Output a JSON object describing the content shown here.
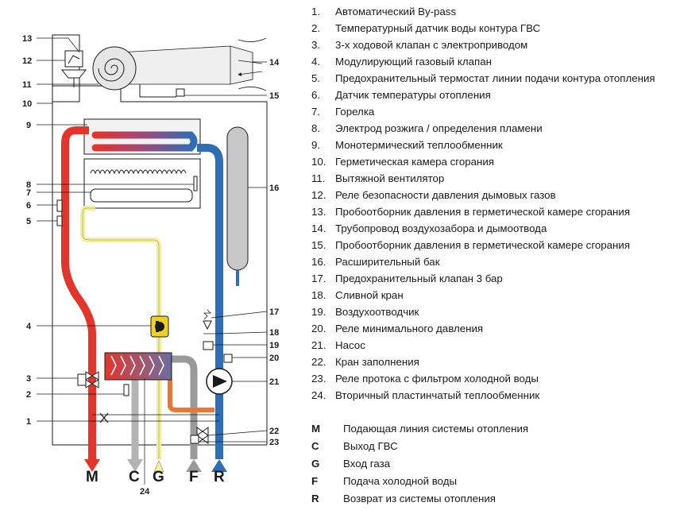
{
  "diagram": {
    "callouts": [
      "13",
      "12",
      "11",
      "10",
      "9",
      "8",
      "7",
      "6",
      "5",
      "4",
      "3",
      "2",
      "1",
      "14",
      "15",
      "16",
      "17",
      "18",
      "19",
      "20",
      "21",
      "22",
      "23",
      "24"
    ],
    "bottom_labels": [
      "M",
      "C",
      "G",
      "F",
      "R"
    ]
  },
  "legend": {
    "numbered": [
      {
        "num": "1.",
        "text": "Автоматический By-pass"
      },
      {
        "num": "2.",
        "text": "Температурный датчик воды контура ГВС"
      },
      {
        "num": "3.",
        "text": "3-х ходовой клапан с электроприводом"
      },
      {
        "num": "4.",
        "text": "Модулирующий газовый клапан"
      },
      {
        "num": "5.",
        "text": "Предохранительный термостат линии подачи контура отопления"
      },
      {
        "num": "6.",
        "text": "Датчик температуры отопления"
      },
      {
        "num": "7.",
        "text": "Горелка"
      },
      {
        "num": "8.",
        "text": "Электрод розжига / определения пламени"
      },
      {
        "num": "9.",
        "text": "Монотермический теплообменник"
      },
      {
        "num": "10.",
        "text": "Герметическая камера сгорания"
      },
      {
        "num": "11.",
        "text": "Вытяжной вентилятор"
      },
      {
        "num": "12.",
        "text": "Реле безопасности давления дымовых газов"
      },
      {
        "num": "13.",
        "text": "Пробоотборник давления в герметической камере сгорания"
      },
      {
        "num": "14.",
        "text": "Трубопровод воздухозабора и дымоотвода"
      },
      {
        "num": "15.",
        "text": "Пробоотборник давления в герметической камере сгорания"
      },
      {
        "num": "16.",
        "text": "Расширительный бак"
      },
      {
        "num": "17.",
        "text": "Предохранительный клапан 3 бар"
      },
      {
        "num": "18.",
        "text": "Сливной кран"
      },
      {
        "num": "19.",
        "text": "Воздухоотводчик"
      },
      {
        "num": "20.",
        "text": "Реле минимального давления"
      },
      {
        "num": "21.",
        "text": "Насос"
      },
      {
        "num": "22.",
        "text": "Кран заполнения"
      },
      {
        "num": "23.",
        "text": "Реле протока с фильтром холодной воды"
      },
      {
        "num": "24.",
        "text": "Вторичный пластинчатый теплообменник"
      }
    ],
    "lettered": [
      {
        "num": "M",
        "text": "Подающая линия системы отопления"
      },
      {
        "num": "C",
        "text": "Выход ГВС"
      },
      {
        "num": "G",
        "text": "Вход газа"
      },
      {
        "num": "F",
        "text": "Подача холодной воды"
      },
      {
        "num": "R",
        "text": "Возврат из системы отопления"
      }
    ]
  },
  "colors": {
    "supply_red": "#e2352b",
    "return_blue": "#2f6db5",
    "dhw_grey": "#b4b4b4",
    "gas_yellow": "#f4ef9a",
    "cold_water_grey": "#9a9a9a",
    "expansion_tank": "#c8c8c8",
    "outline": "#1a1a1a"
  }
}
